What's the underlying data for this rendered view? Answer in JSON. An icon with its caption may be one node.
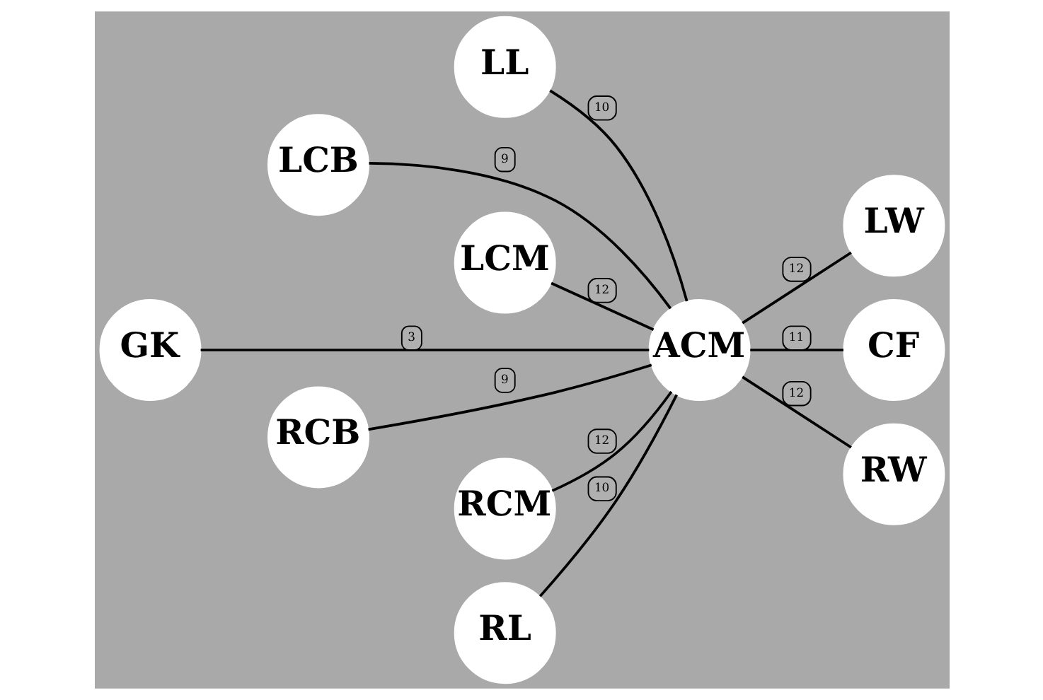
{
  "diagram": {
    "nodes": [
      {
        "text": [
          "LL"
        ]
      },
      {
        "text": [
          "LW"
        ]
      },
      {
        "text": [
          "LCB"
        ]
      },
      {
        "text": [
          "LCM"
        ]
      },
      {
        "text": [
          "GK"
        ]
      },
      {
        "text": [
          "ACM"
        ]
      },
      {
        "text": [
          "CF"
        ]
      },
      {
        "text": [
          "RCB"
        ]
      },
      {
        "text": [
          "RCM"
        ]
      },
      {
        "text": [
          "RL"
        ]
      },
      {
        "text": [
          "RW"
        ]
      }
    ],
    "edges": [
      {
        "from": 0,
        "to": 5,
        "arrow": "none",
        "label": "10"
      },
      {
        "from": 3,
        "to": 5,
        "arrow": "none",
        "label": "12"
      },
      {
        "from": 2,
        "to": 5,
        "arrow": "none",
        "label": "9"
      },
      {
        "from": 4,
        "to": 5,
        "arrow": "none",
        "label": "3"
      },
      {
        "from": 7,
        "to": 5,
        "arrow": "none",
        "label": "9"
      },
      {
        "from": 8,
        "to": 5,
        "arrow": "none",
        "label": "12"
      },
      {
        "from": 9,
        "to": 5,
        "arrow": "none",
        "label": "10"
      },
      {
        "from": 5,
        "to": 1,
        "arrow": "none",
        "label": "12"
      },
      {
        "from": 5,
        "to": 6,
        "arrow": "none",
        "label": "11"
      },
      {
        "from": 5,
        "to": 10,
        "arrow": "none",
        "label": "12"
      }
    ]
  }
}
